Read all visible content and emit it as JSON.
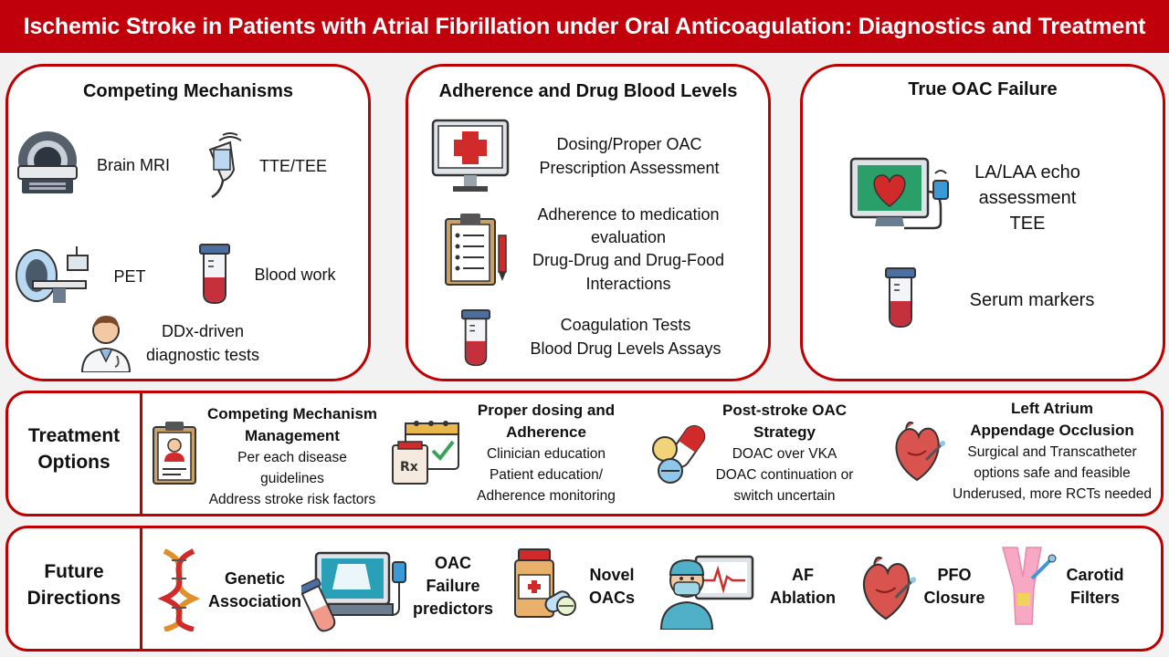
{
  "title": "Ischemic Stroke in Patients with Atrial Fibrillation under Oral Anticoagulation: Diagnostics and Treatment",
  "competing": {
    "title": "Competing Mechanisms",
    "brain_mri": "Brain MRI",
    "tte_tee": "TTE/TEE",
    "pet": "PET",
    "blood_work": "Blood work",
    "ddx_line1": "DDx-driven",
    "ddx_line2": "diagnostic tests"
  },
  "adherence": {
    "title": "Adherence and Drug Blood Levels",
    "dosing_line1": "Dosing/Proper OAC",
    "dosing_line2": "Prescription Assessment",
    "adh_line1": "Adherence to medication",
    "adh_line2": "evaluation",
    "adh_line3": "Drug-Drug and Drug-Food",
    "adh_line4": "Interactions",
    "coag_line1": "Coagulation Tests",
    "coag_line2": "Blood Drug Levels Assays"
  },
  "failure": {
    "title": "True OAC Failure",
    "echo_line1": "LA/LAA echo",
    "echo_line2": "assessment",
    "echo_line3": "TEE",
    "serum": "Serum markers"
  },
  "treatment": {
    "label_line1": "Treatment",
    "label_line2": "Options",
    "items": [
      {
        "h1": "Competing Mechanism",
        "h2": "Management",
        "l1": "Per each disease",
        "l2": "guidelines",
        "l3": "Address stroke risk factors"
      },
      {
        "h1": "Proper dosing and",
        "h2": "Adherence",
        "l1": "Clinician education",
        "l2": "Patient education/",
        "l3": "Adherence monitoring"
      },
      {
        "h1": "Post-stroke OAC",
        "h2": "Strategy",
        "l1": "DOAC over VKA",
        "l2": "DOAC continuation or",
        "l3": "switch uncertain"
      },
      {
        "h1": "Left Atrium",
        "h2": "Appendage Occlusion",
        "l1": "Surgical and Transcatheter",
        "l2": "options safe and feasible",
        "l3": "Underused, more RCTs needed"
      }
    ]
  },
  "future": {
    "label_line1": "Future",
    "label_line2": "Directions",
    "genetic_line1": "Genetic",
    "genetic_line2": "Association",
    "oac_line1": "OAC",
    "oac_line2": "Failure",
    "oac_line3": "predictors",
    "novel_line1": "Novel",
    "novel_line2": "OACs",
    "af_line1": "AF",
    "af_line2": "Ablation",
    "pfo_line1": "PFO",
    "pfo_line2": "Closure",
    "carotid_line1": "Carotid",
    "carotid_line2": "Filters"
  }
}
